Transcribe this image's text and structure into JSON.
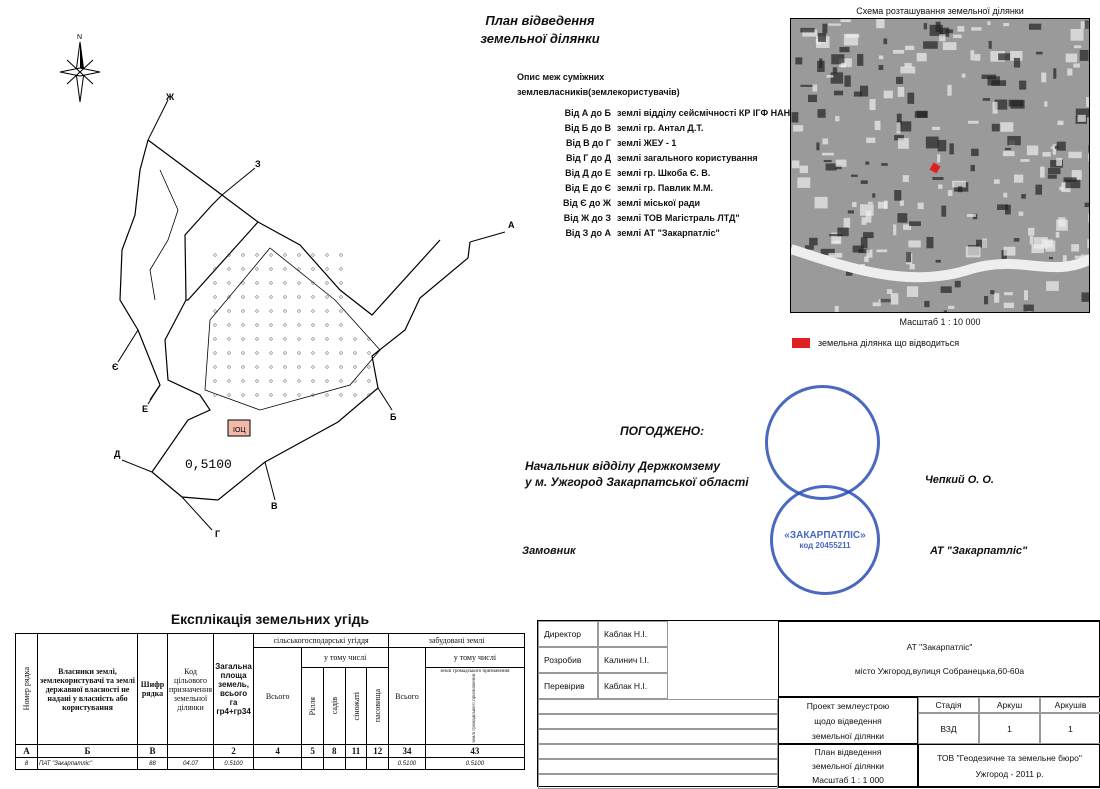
{
  "title": {
    "line1": "План відведення",
    "line2": "земельної ділянки"
  },
  "description": {
    "heading1": "Опис меж суміжних",
    "heading2": "землевласників(землекористувачів)",
    "rows": [
      {
        "from": "Від А до Б",
        "to": "землі відділу сейсмічності КР ІГФ НАНУ"
      },
      {
        "from": "Від Б до В",
        "to": "землі гр. Антал Д.Т."
      },
      {
        "from": "Від В до Г",
        "to": "землі ЖЕУ - 1"
      },
      {
        "from": "Від Г до Д",
        "to": "землі загального користування"
      },
      {
        "from": "Від Д до Е",
        "to": "землі гр. Шкоба Є. В."
      },
      {
        "from": "Від Е до Є",
        "to": "землі гр. Павлик М.М."
      },
      {
        "from": "Від Є до Ж",
        "to": "землі міської ради"
      },
      {
        "from": "Від Ж до З",
        "to": "землі ТОВ  Магістраль ЛТД\""
      },
      {
        "from": "Від З до А",
        "to": "землі АТ \"Закарпатліс\""
      }
    ]
  },
  "scheme": {
    "title": "Схема розташування земельної ділянки",
    "scale": "Масштаб 1 : 10 000",
    "legend": "земельна ділянка що відводиться",
    "legend_color": "#e02020"
  },
  "plan": {
    "area": "0,5100",
    "parcel_label": "ІОЦ",
    "compass_letter": "N",
    "points": [
      "А",
      "Б",
      "В",
      "Г",
      "Д",
      "Е",
      "Є",
      "Ж",
      "З"
    ]
  },
  "approval": {
    "agreed": "ПОГОДЖЕНО:",
    "chief1": "Начальник відділу Держкомзему",
    "chief2": "у м. Ужгород Закарпатської області",
    "chief_name": "Чепкий О. О.",
    "client": "Замовник",
    "client_name": "АТ \"Закарпатліс\"",
    "stamp_text": "«ЗАКАРПАТЛІС»",
    "stamp_code": "код 20455211"
  },
  "explication": {
    "title": "Експлікація земельних угідь",
    "headers": {
      "row_no": "Номер рядка",
      "owners": "Власники землі, землекористувачі та землі державної власності не надані у власність або користування",
      "code": "Шифр рядка",
      "purpose": "Код цільового призначення земельної ділянки",
      "total": "Загальна площа земель, всього га гр4+гр34",
      "agri": "сільськогосподарські угіддя",
      "agri_total": "Всього",
      "incl": "у тому числі",
      "arable": "Рілля",
      "gardens": "садів",
      "hay": "сіножаті",
      "pasture": "пасовища",
      "built": "забудовані землі",
      "built_total": "Всього",
      "built_incl": "у тому числі",
      "built_sub1": "землі громадського призначення",
      "built_sub2": "землі громадського призначення"
    },
    "numbers": [
      "А",
      "Б",
      "В",
      "",
      "2",
      "4",
      "5",
      "8",
      "11",
      "12",
      "34",
      "43"
    ],
    "rows": [
      [
        "8",
        "ПАТ \"Закарпатліс\"",
        "88",
        "04.07",
        "0.5100",
        "",
        "",
        "",
        "",
        "",
        "0.5100",
        "0.5100"
      ]
    ]
  },
  "titleblock": {
    "roles": [
      {
        "role": "Директор",
        "name": "Каблак Н.І."
      },
      {
        "role": "Розробив",
        "name": "Калинич І.І."
      },
      {
        "role": "Перевірив",
        "name": "Каблак Н.І."
      }
    ],
    "org": "АТ \"Закарпатліс\"",
    "address": "місто Ужгород,вулиця Собранецька,60-60а",
    "project1": "Проект землеустрою",
    "project2": "щодо відведення",
    "project3": "земельної ділянки",
    "stage_h": "Стадія",
    "sheet_h": "Аркуш",
    "sheets_h": "Аркушів",
    "stage": "ВЗД",
    "sheet": "1",
    "sheets": "1",
    "plan1": "План відведення",
    "plan2": "земельної ділянки",
    "plan_scale": "Масштаб 1 : 1 000",
    "company": "ТОВ \"Геодезичне та земельне бюро\"",
    "city_year": "Ужгород - 2011 р."
  }
}
